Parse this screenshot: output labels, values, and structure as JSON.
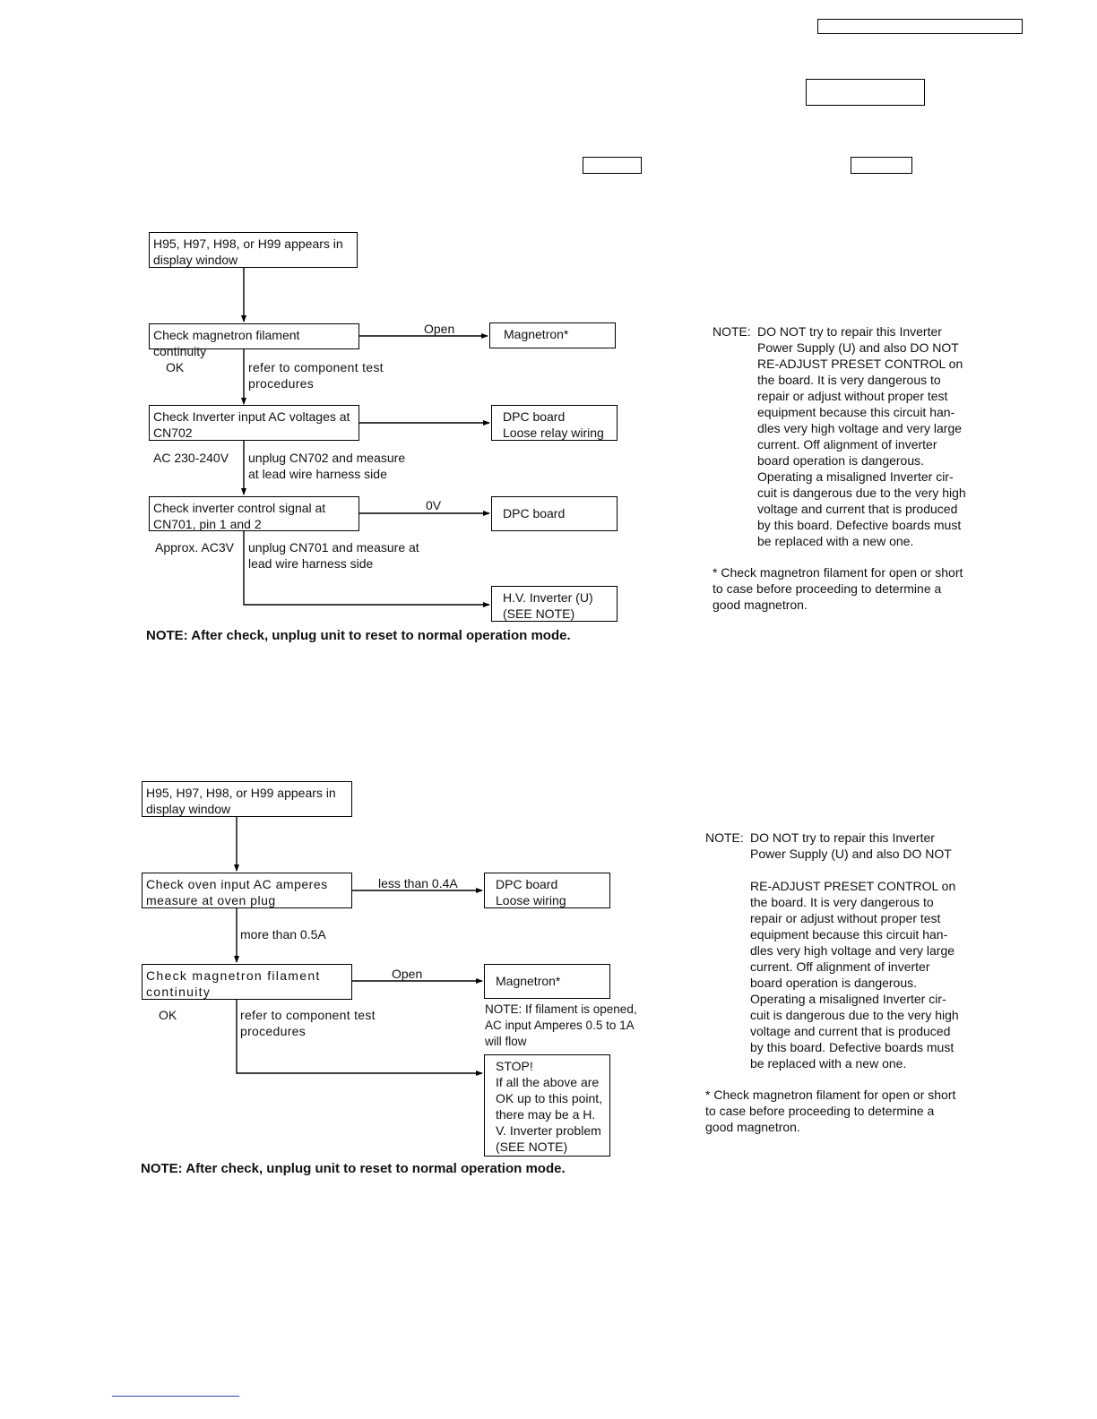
{
  "flowchart1": {
    "start": "H95, H97, H98, or H99 appears in\ndisplay  window",
    "check_filament": "Check magnetron filament continuity",
    "open_label": "Open",
    "magnetron": "Magnetron*",
    "ok_label": "OK",
    "refer_label": "refer to component test\nprocedures",
    "check_inverter_input": "Check Inverter input AC voltages at\nCN702",
    "dpc_loose_relay": "DPC board\nLoose relay wiring",
    "ac_label": "AC 230-240V",
    "unplug702_label": "unplug CN702 and measure\nat lead wire harness side",
    "check_control_signal": "Check inverter control signal at\nCN701, pin 1 and 2",
    "zero_v_label": "0V",
    "dpc_board": "DPC board",
    "approx_label": "Approx. AC3V",
    "unplug701_label": "unplug CN701 and measure at\nlead wire harness side",
    "hv_inverter": "H.V. Inverter (U)\n(SEE NOTE)",
    "bottom_note": "NOTE:  After check, unplug unit to reset to normal operation mode."
  },
  "side_note1": {
    "head": "NOTE:",
    "body": "DO NOT try to repair this Inverter\nPower Supply (U) and also DO NOT\nRE-ADJUST PRESET CONTROL on\nthe board.  It is very dangerous to\nrepair or adjust without proper test\nequipment because this circuit han-\ndles very high voltage and very large\ncurrent.  Off alignment of inverter\nboard operation is dangerous.\nOperating a misaligned Inverter cir-\ncuit is dangerous due to the very high\nvoltage and current that is produced\nby this board.  Defective boards must\nbe replaced with a new one.",
    "star": "*   Check magnetron filament for open or short\n     to case before proceeding to determine a\n     good magnetron."
  },
  "flowchart2": {
    "start": "H95, H97, H98, or H99 appears in\ndisplay  window",
    "check_oven_amps": "Check oven input AC amperes\nmeasure at oven plug",
    "less_label": "less than 0.4A",
    "dpc_loose": "DPC board\nLoose wiring",
    "more_label": "more than 0.5A",
    "check_filament": "Check magnetron filament\ncontinuity",
    "open_label": "Open",
    "magnetron": "Magnetron*",
    "filament_note": "NOTE:  If filament is opened,\nAC input Amperes 0.5 to 1A\nwill flow",
    "ok_label": "OK",
    "refer_label": "refer to component test\nprocedures",
    "stop_box": "STOP!\nIf all the above are\nOK up to this point,\nthere may be a H.\nV. Inverter problem\n(SEE NOTE)",
    "bottom_note": "NOTE:  After check, unplug unit to reset to normal operation mode."
  },
  "side_note2": {
    "head": "NOTE:",
    "body": "DO NOT try to repair this Inverter\nPower Supply (U) and also DO NOT\n\nRE-ADJUST PRESET CONTROL on\nthe board.  It is very dangerous to\nrepair or adjust without proper test\nequipment because this circuit han-\ndles very high voltage and very large\ncurrent.  Off alignment of inverter\nboard operation is dangerous.\nOperating a misaligned Inverter cir-\ncuit is dangerous due to the very high\nvoltage and current that is produced\nby this board.  Defective boards must\nbe replaced with a new one.",
    "star": "*   Check magnetron filament for open or short\n     to case before proceeding to determine a\n     good magnetron."
  }
}
